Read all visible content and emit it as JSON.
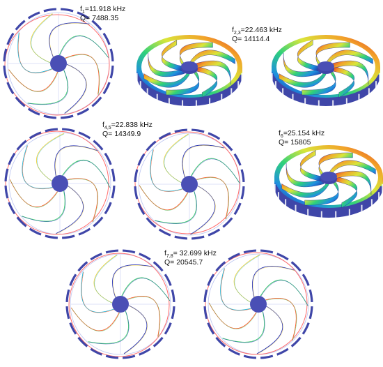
{
  "panels": [
    {
      "id": "mode-1",
      "freq": {
        "prefix": "f",
        "sub": "1",
        "text": "=11.918 kHz"
      },
      "q": "Q= 7488.35"
    },
    {
      "id": "mode-2-3",
      "freq": {
        "prefix": "f",
        "sub": "2,3",
        "text": "=22.463 kHz"
      },
      "q": "Q= 14114.4"
    },
    {
      "id": "mode-4-5",
      "freq": {
        "prefix": "f",
        "sub": "4,5",
        "text": "=22.838 kHz"
      },
      "q": "Q= 14349.9"
    },
    {
      "id": "mode-6",
      "freq": {
        "prefix": "f",
        "sub": "6",
        "text": "=25.154 kHz"
      },
      "q": "Q= 15805"
    },
    {
      "id": "mode-7-8",
      "freq": {
        "prefix": "f",
        "sub": "7,8",
        "text": "= 32.699 kHz"
      },
      "q": "Q= 20545.7"
    }
  ],
  "colors": {
    "ring": "#3f46a8",
    "hub": "#4a4fb5",
    "baseline": "#b9c3f0",
    "deformed": "#ff6b6b",
    "spoke_gradient": [
      "#2430b8",
      "#1fb5d6",
      "#3bd16a",
      "#f2d23a",
      "#ff5a2a"
    ],
    "surface_gradient": [
      "#1d2a9c",
      "#1f8fe0",
      "#2fd17a",
      "#d9e63a",
      "#f2a32a",
      "#e02a1e"
    ]
  }
}
